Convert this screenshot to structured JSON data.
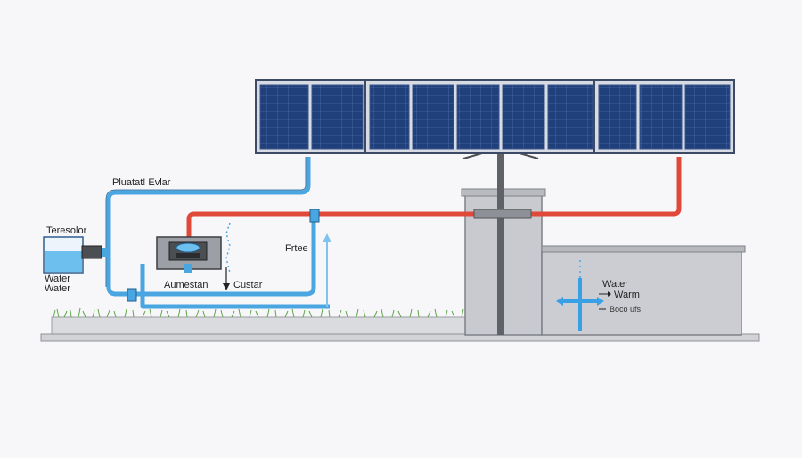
{
  "labels": {
    "pipe_label": "Pluatat! Evlar",
    "tank_label": "Teresolor",
    "tank_sub_1": "Water",
    "tank_sub_2": "Water",
    "pump_label": "Aumestan",
    "custar_label": "Custar",
    "filter_label": "Frtee",
    "water_label": "Water",
    "warm_label": "Warm",
    "outlet_label": "Boco ufs"
  },
  "colors": {
    "cold_pipe": "#4aa6e0",
    "hot_pipe": "#e0483a",
    "panel": "#1f3f7a",
    "concrete": "#c9cbd0",
    "ground": "#d9dadd"
  }
}
